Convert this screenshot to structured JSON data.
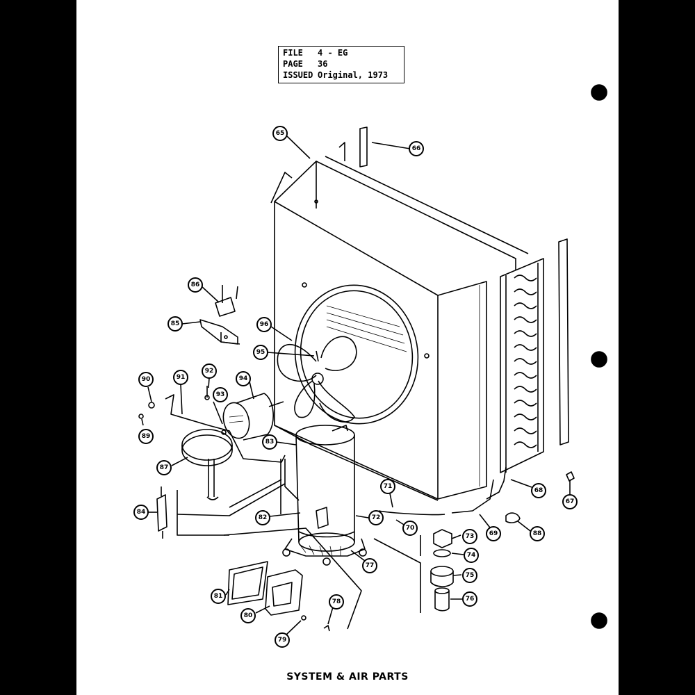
{
  "header": {
    "file_label": "FILE",
    "file_value": "4 - EG",
    "page_label": "PAGE",
    "page_value": "36",
    "issued_label": "ISSUED",
    "issued_value": "Original, 1973"
  },
  "caption": "SYSTEM & AIR PARTS",
  "callouts": {
    "c65a": "65",
    "c66a": "66",
    "c86": "86",
    "c85a": "85",
    "c96": "96",
    "c95": "95",
    "c90": "90",
    "c91": "91",
    "c92": "92",
    "c93": "93",
    "c94": "94",
    "c89": "89",
    "c87": "87",
    "c83": "83",
    "c84": "84",
    "c82": "82",
    "c72": "72",
    "c71": "71",
    "c70": "70",
    "c69": "69",
    "c68": "68",
    "c67": "67",
    "c88": "88",
    "c73": "73",
    "c74": "74",
    "c75": "75",
    "c76": "76",
    "c77": "77",
    "c81": "81",
    "c80": "80",
    "c78": "78",
    "c79": "79"
  }
}
